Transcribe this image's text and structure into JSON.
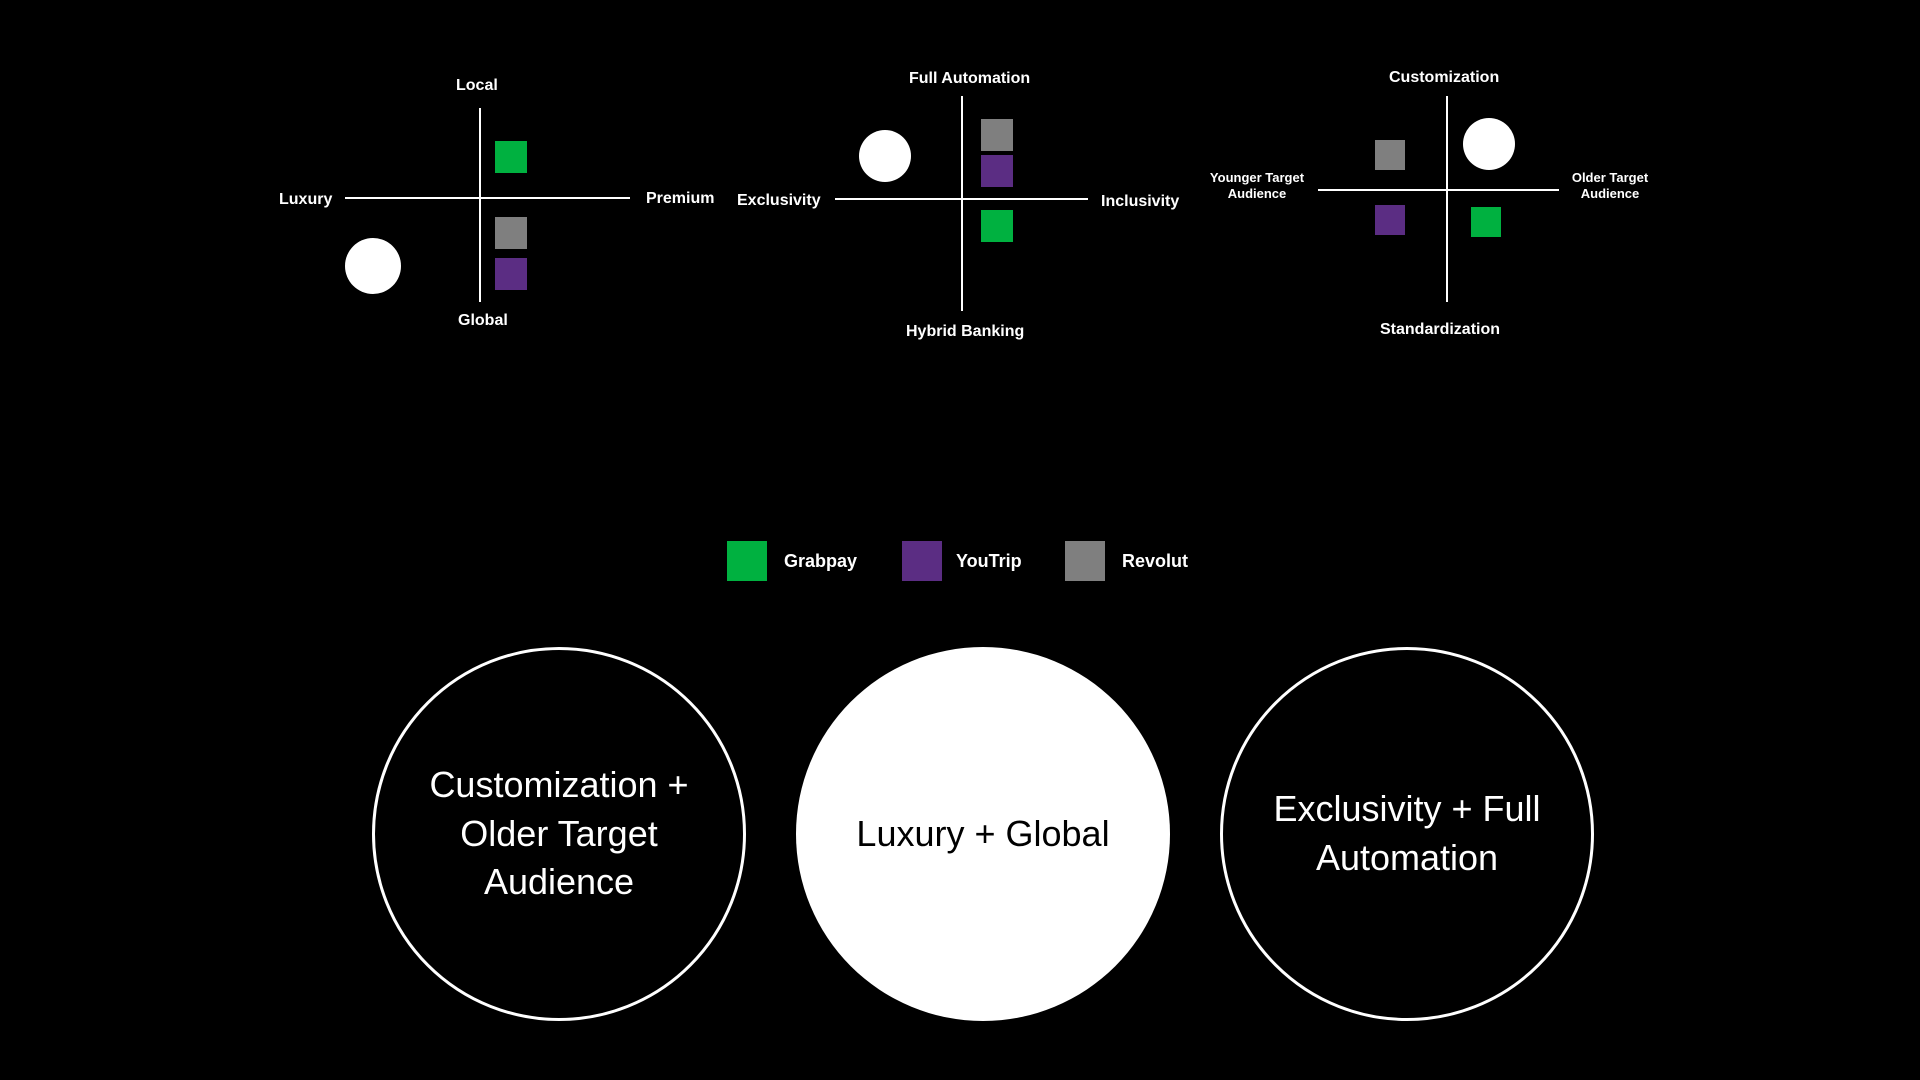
{
  "colors": {
    "background": "#000000",
    "grabpay": "#00b140",
    "youtrip": "#5b2d83",
    "revolut": "#7f7f7f",
    "ink": "#ffffff"
  },
  "maps": [
    {
      "top": "Local",
      "bottom": "Global",
      "left": "Luxury",
      "right": "Premium"
    },
    {
      "top": "Full Automation",
      "bottom": "Hybrid Banking",
      "left": "Exclusivity",
      "right": "Inclusivity"
    },
    {
      "top": "Customization",
      "bottom": "Standardization",
      "left": "Younger Target Audience",
      "right": "Older Target Audience"
    }
  ],
  "legend": [
    {
      "label": "Grabpay",
      "icon": "green-square"
    },
    {
      "label": "YouTrip",
      "icon": "purple-square"
    },
    {
      "label": "Revolut",
      "icon": "gray-square"
    }
  ],
  "concepts": [
    {
      "label": "Customization + Older Target Audience",
      "style": "outline"
    },
    {
      "label": "Luxury + Global",
      "style": "filled"
    },
    {
      "label": "Exclusivity + Full Automation",
      "style": "outline"
    }
  ]
}
